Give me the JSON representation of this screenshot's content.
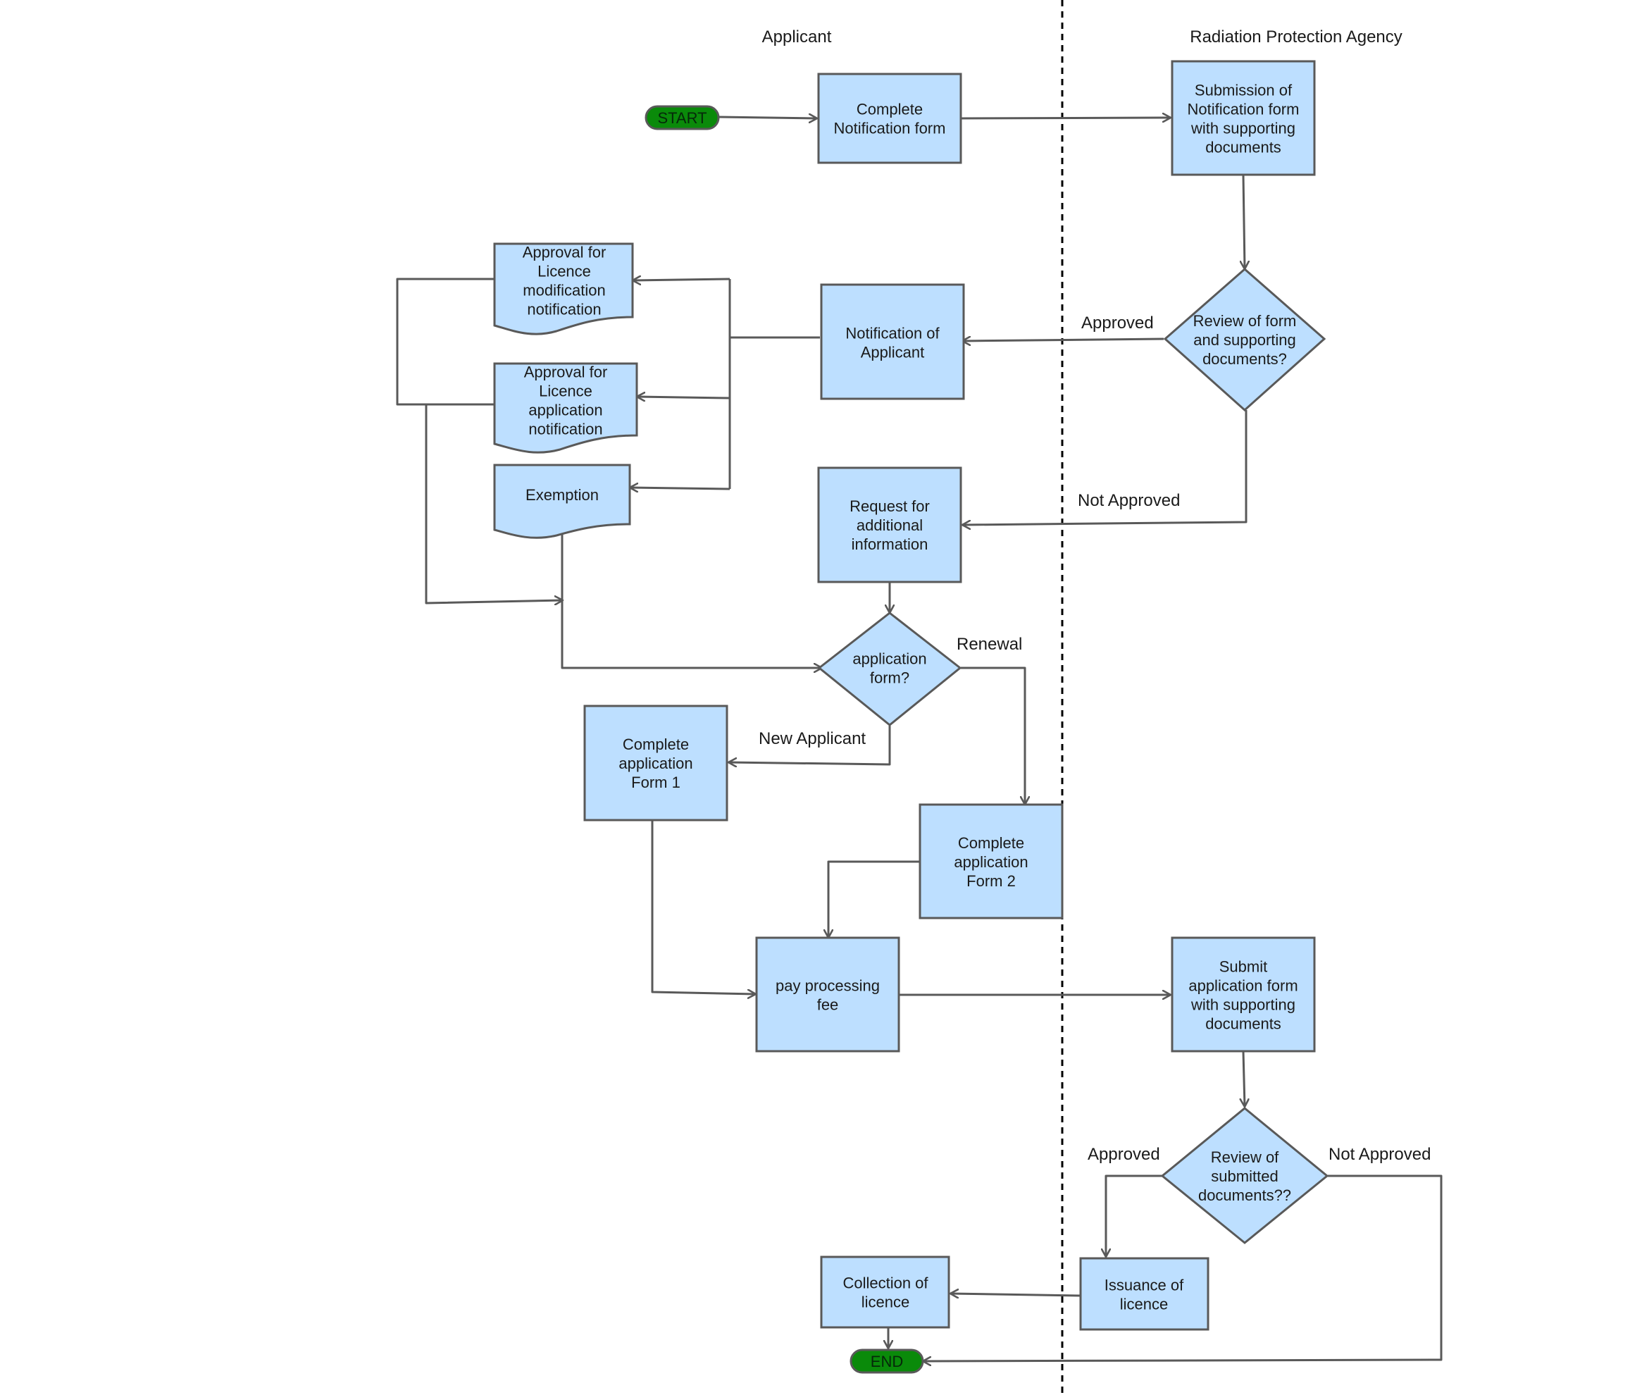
{
  "colors": {
    "node_fill": "#bddfff",
    "node_stroke": "#595959",
    "terminal_fill": "#0a8a0a",
    "terminal_text": "#06280a",
    "edge": "#595959",
    "divider": "#000000"
  },
  "lanes": {
    "applicant": "Applicant",
    "agency": "Radiation Protection Agency"
  },
  "terminals": {
    "start": "START",
    "end": "END"
  },
  "nodes": {
    "complete_notification": [
      "Complete",
      "Notification form"
    ],
    "submission_notification": [
      "Submission of",
      "Notification form",
      "with supporting",
      "documents"
    ],
    "review_form": [
      "Review of form",
      "and supporting",
      "documents?"
    ],
    "notification_applicant": [
      "Notification of",
      "Applicant"
    ],
    "approval_modification": [
      "Approval for",
      "Licence",
      "modification",
      "notification"
    ],
    "approval_application": [
      "Approval for",
      "Licence",
      "application",
      "notification"
    ],
    "exemption": [
      "Exemption"
    ],
    "request_info": [
      "Request for",
      "additional",
      "information"
    ],
    "application_form": [
      "application",
      "form?"
    ],
    "complete_form1": [
      "Complete",
      "application",
      "Form 1"
    ],
    "complete_form2": [
      "Complete",
      "application",
      "Form 2"
    ],
    "pay_fee": [
      "pay processing",
      "fee"
    ],
    "submit_application": [
      "Submit",
      "application form",
      "with supporting",
      "documents"
    ],
    "review_submitted": [
      "Review of",
      "submitted",
      "documents??"
    ],
    "issuance": [
      "Issuance of",
      "licence"
    ],
    "collection": [
      "Collection of",
      "licence"
    ]
  },
  "edge_labels": {
    "approved_1": "Approved",
    "not_approved_1": "Not Approved",
    "renewal": "Renewal",
    "new_applicant": "New Applicant",
    "approved_2": "Approved",
    "not_approved_2": "Not Approved"
  }
}
